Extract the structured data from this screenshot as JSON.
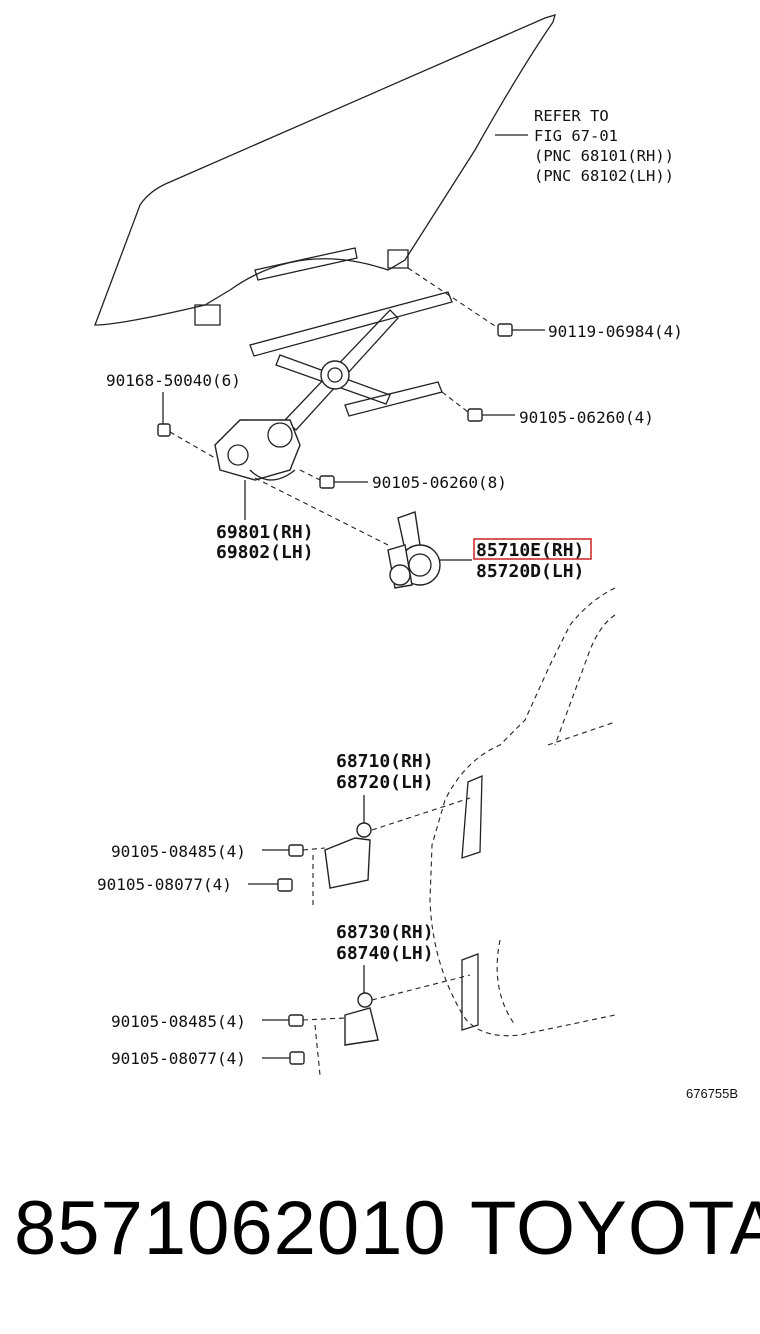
{
  "diagram": {
    "refer": [
      "REFER TO",
      "FIG 67-01",
      "(PNC 68101(RH))",
      "(PNC 68102(LH))"
    ],
    "labels": {
      "bolt_glass": "90119-06984(4)",
      "bolt_upper_left": "90168-50040(6)",
      "bolt_rail": "90105-06260(4)",
      "bolt_regulator": "90105-06260(8)",
      "regulator_rh": "69801(RH)",
      "regulator_lh": "69802(LH)",
      "motor_rh": "85710E(RH)",
      "motor_lh": "85720D(LH)",
      "upper_hinge_rh": "68710(RH)",
      "upper_hinge_lh": "68720(LH)",
      "upper_bolt_a": "90105-08485(4)",
      "upper_bolt_b": "90105-08077(4)",
      "lower_hinge_rh": "68730(RH)",
      "lower_hinge_lh": "68740(LH)",
      "lower_bolt_a": "90105-08485(4)",
      "lower_bolt_b": "90105-08077(4)"
    },
    "figure_code": "676755B",
    "highlight_color": "#d32f2f"
  },
  "footer": {
    "part_number": "8571062010",
    "brand": "TOYOTA"
  }
}
